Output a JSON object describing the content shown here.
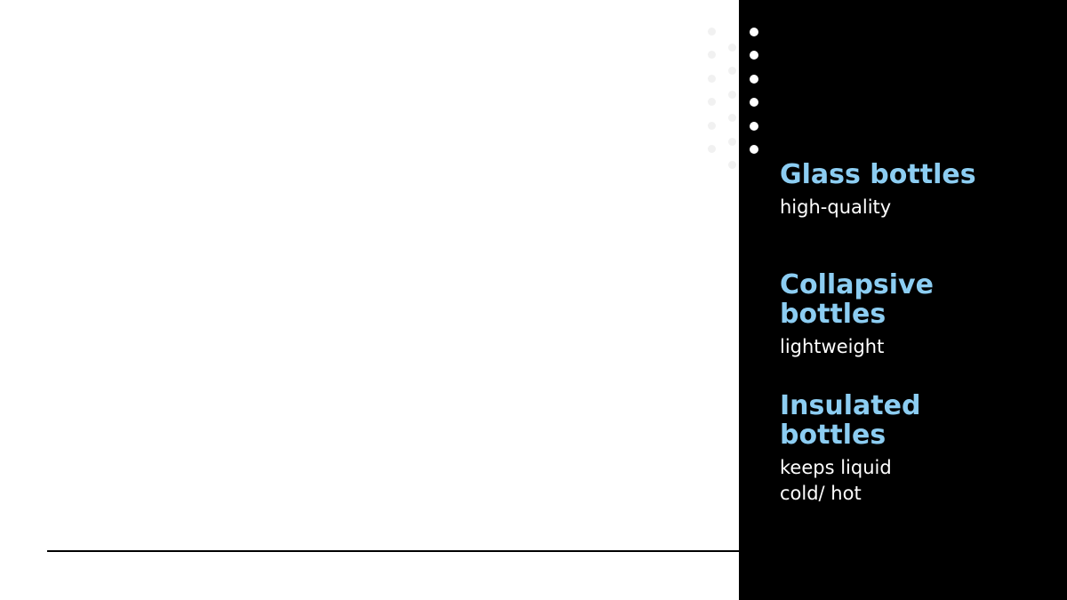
{
  "features": [
    {
      "title": "Glass bottles",
      "description": "high-quality"
    },
    {
      "title": "Collapsive bottles",
      "description": "lightweight"
    },
    {
      "title": "Insulated bottles",
      "description": "keeps liquid cold/ hot"
    }
  ],
  "colors": {
    "panel_background": "#000000",
    "title_accent": "#8ccdf2",
    "description_text": "#ffffff",
    "rule": "#000000"
  }
}
